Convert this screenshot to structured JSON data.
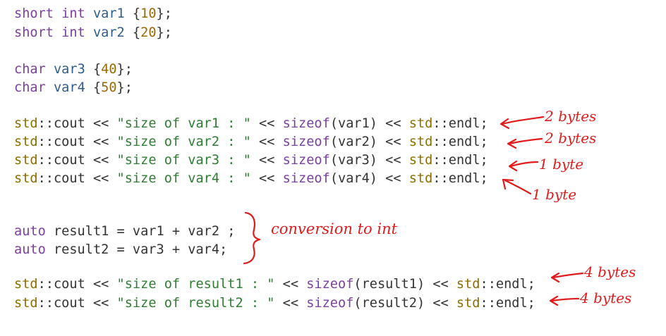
{
  "code": {
    "l1": {
      "kw": "short int",
      "id": "var1",
      "open": " {",
      "num": "10",
      "close": "};"
    },
    "l2": {
      "kw": "short int",
      "id": "var2",
      "open": " {",
      "num": "20",
      "close": "};"
    },
    "l3": {
      "kw": "char",
      "id": "var3",
      "open": " {",
      "num": "40",
      "close": "};"
    },
    "l4": {
      "kw": "char",
      "id": "var4",
      "open": " {",
      "num": "50",
      "close": "};"
    },
    "l5": {
      "ns": "std",
      "cout": "::cout",
      "op1": " << ",
      "str": "\"size of var1 : \"",
      "op2": " << ",
      "fn": "sizeof",
      "arg": "(var1)",
      "op3": " << ",
      "ns2": "std",
      "endl": "::endl;"
    },
    "l6": {
      "ns": "std",
      "cout": "::cout",
      "op1": " << ",
      "str": "\"size of var2 : \"",
      "op2": " << ",
      "fn": "sizeof",
      "arg": "(var2)",
      "op3": " << ",
      "ns2": "std",
      "endl": "::endl;"
    },
    "l7": {
      "ns": "std",
      "cout": "::cout",
      "op1": " << ",
      "str": "\"size of var3 : \"",
      "op2": " << ",
      "fn": "sizeof",
      "arg": "(var3)",
      "op3": " << ",
      "ns2": "std",
      "endl": "::endl;"
    },
    "l8": {
      "ns": "std",
      "cout": "::cout",
      "op1": " << ",
      "str": "\"size of var4 : \"",
      "op2": " << ",
      "fn": "sizeof",
      "arg": "(var4)",
      "op3": " << ",
      "ns2": "std",
      "endl": "::endl;"
    },
    "l9": {
      "kw": "auto",
      "rest": " result1 = var1 + var2 ;"
    },
    "l10": {
      "kw": "auto",
      "rest": " result2 = var3 + var4;"
    },
    "l11": {
      "ns": "std",
      "cout": "::cout",
      "op1": " << ",
      "str": "\"size of result1 : \"",
      "op2": " << ",
      "fn": "sizeof",
      "arg": "(result1)",
      "op3": " << ",
      "ns2": "std",
      "endl": "::endl;"
    },
    "l12": {
      "ns": "std",
      "cout": "::cout",
      "op1": " << ",
      "str": "\"size of result2 : \"",
      "op2": " << ",
      "fn": "sizeof",
      "arg": "(result2)",
      "op3": " << ",
      "ns2": "std",
      "endl": "::endl;"
    }
  },
  "annotations": {
    "a1": "2 bytes",
    "a2": "2 bytes",
    "a3": "1 byte",
    "a4": "1 byte",
    "conversion": "conversion to int",
    "a5": "4 bytes",
    "a6": "4 bytes"
  },
  "colors": {
    "ink": "#e01b1b",
    "keyword": "#7a3fa0",
    "string": "#2e7d32",
    "number": "#9a6a00"
  }
}
